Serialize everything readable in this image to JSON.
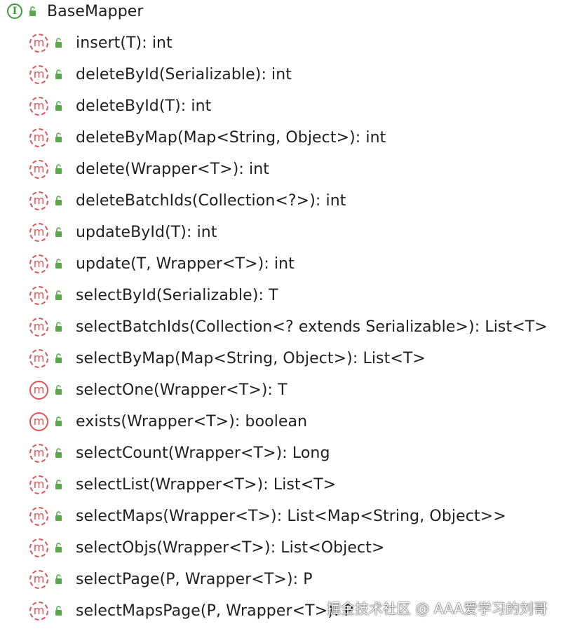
{
  "tree": {
    "root": {
      "label": "BaseMapper",
      "icon": "interface-icon",
      "badge_letter": "I"
    },
    "methods": [
      {
        "label": "insert(T): int"
      },
      {
        "label": "deleteById(Serializable): int"
      },
      {
        "label": "deleteById(T): int"
      },
      {
        "label": "deleteByMap(Map<String, Object>): int"
      },
      {
        "label": "delete(Wrapper<T>): int"
      },
      {
        "label": "deleteBatchIds(Collection<?>): int"
      },
      {
        "label": "updateById(T): int"
      },
      {
        "label": "update(T, Wrapper<T>): int"
      },
      {
        "label": "selectById(Serializable): T"
      },
      {
        "label": "selectBatchIds(Collection<? extends Serializable>): List<T>"
      },
      {
        "label": "selectByMap(Map<String, Object>): List<T>"
      },
      {
        "label": "selectOne(Wrapper<T>): T"
      },
      {
        "label": "exists(Wrapper<T>): boolean"
      },
      {
        "label": "selectCount(Wrapper<T>): Long"
      },
      {
        "label": "selectList(Wrapper<T>): List<T>"
      },
      {
        "label": "selectMaps(Wrapper<T>): List<Map<String, Object>>"
      },
      {
        "label": "selectObjs(Wrapper<T>): List<Object>"
      },
      {
        "label": "selectPage(P, Wrapper<T>): P"
      },
      {
        "label": "selectMapsPage(P, Wrapper<T>): P"
      }
    ],
    "method_badge_letter": "m"
  },
  "colors": {
    "interface_green": "#3f9a3a",
    "method_red": "#e05457",
    "lock_green": "#5aa84a",
    "text": "#1f1f1f"
  },
  "watermark": "掘金技术社区 @ AAA爱学习的刘哥"
}
